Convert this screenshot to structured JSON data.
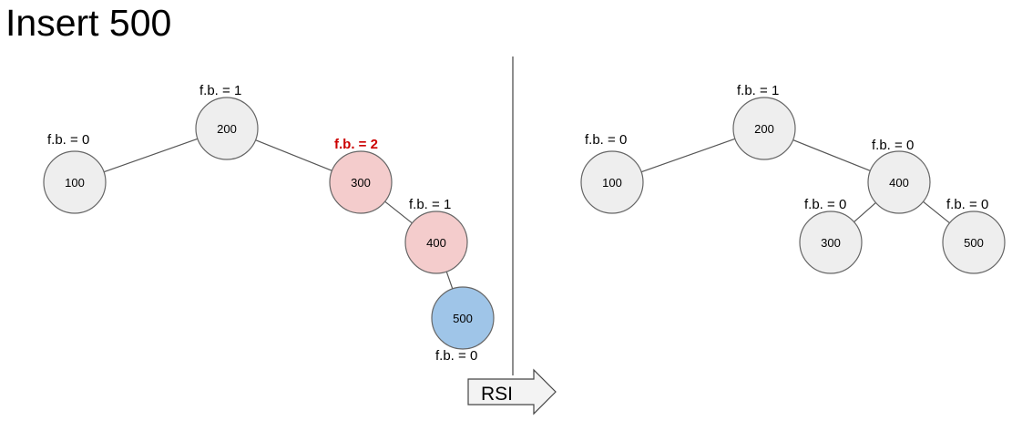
{
  "title": "Insert 500",
  "colors": {
    "node_default": "#eeeeee",
    "node_unbalanced": "#f4cccc",
    "node_inserted": "#9fc5e8",
    "node_stroke": "#666666",
    "edge": "#555555",
    "warning_text": "#cc0000"
  },
  "before": {
    "nodes": [
      {
        "id": "b100",
        "label": "100",
        "fb": "f.b. = 0",
        "state": "default"
      },
      {
        "id": "b200",
        "label": "200",
        "fb": "f.b. = 1",
        "state": "default"
      },
      {
        "id": "b300",
        "label": "300",
        "fb": "f.b. = 2",
        "state": "unbalanced"
      },
      {
        "id": "b400",
        "label": "400",
        "fb": "f.b. = 1",
        "state": "unbalanced"
      },
      {
        "id": "b500",
        "label": "500",
        "fb": "f.b. = 0",
        "state": "inserted"
      }
    ],
    "edges": [
      [
        "b200",
        "b100"
      ],
      [
        "b200",
        "b300"
      ],
      [
        "b300",
        "b400"
      ],
      [
        "b400",
        "b500"
      ]
    ]
  },
  "rotation": {
    "label": "RSI"
  },
  "after": {
    "nodes": [
      {
        "id": "a100",
        "label": "100",
        "fb": "f.b. = 0",
        "state": "default"
      },
      {
        "id": "a200",
        "label": "200",
        "fb": "f.b. = 1",
        "state": "default"
      },
      {
        "id": "a400",
        "label": "400",
        "fb": "f.b. = 0",
        "state": "default"
      },
      {
        "id": "a300",
        "label": "300",
        "fb": "f.b. = 0",
        "state": "default"
      },
      {
        "id": "a500",
        "label": "500",
        "fb": "f.b. = 0",
        "state": "default"
      }
    ],
    "edges": [
      [
        "a200",
        "a100"
      ],
      [
        "a200",
        "a400"
      ],
      [
        "a400",
        "a300"
      ],
      [
        "a400",
        "a500"
      ]
    ]
  }
}
